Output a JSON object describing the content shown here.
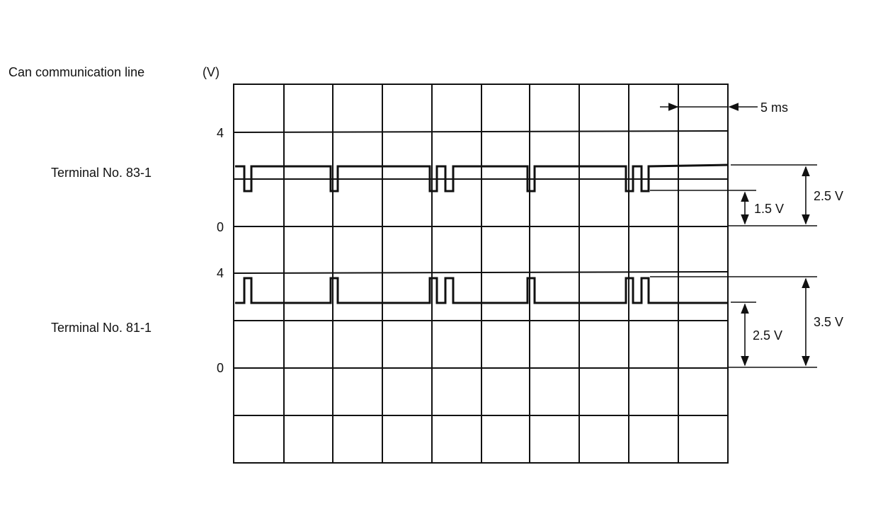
{
  "title": "Can communication line",
  "unit": "(V)",
  "time_division": "5 ms",
  "channels": [
    {
      "name": "Terminal No. 83-1",
      "scale_top": "4",
      "scale_zero": "0",
      "idle_level_label": "2.5 V",
      "active_level_label": "1.5 V",
      "idle_volts": 2.5,
      "active_volts": 1.5
    },
    {
      "name": "Terminal No. 81-1",
      "scale_top": "4",
      "scale_zero": "0",
      "idle_level_label": "2.5 V",
      "active_level_label": "3.5 V",
      "idle_volts": 2.5,
      "active_volts": 3.5
    }
  ]
}
